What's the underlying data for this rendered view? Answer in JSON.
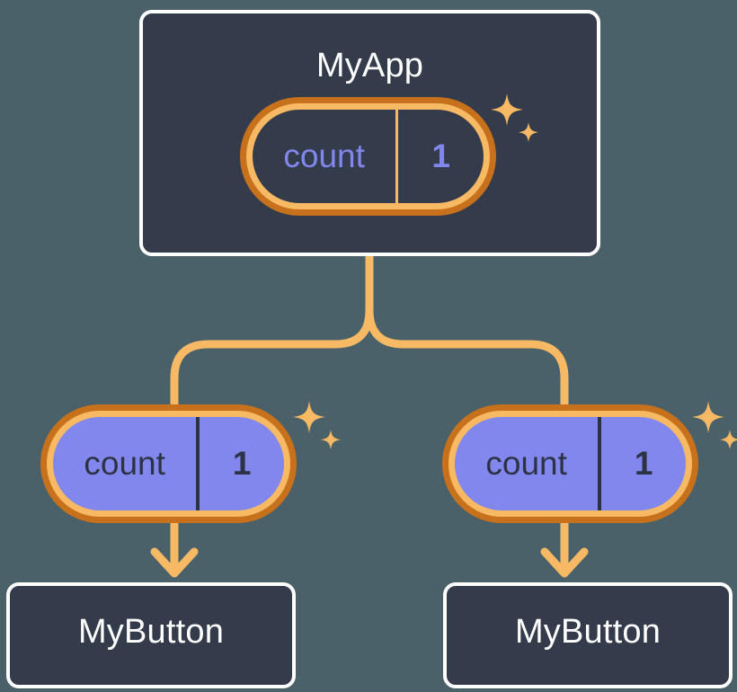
{
  "theme": {
    "background": "#4a6169",
    "box_fill": "#343b4a",
    "box_border": "#ffffff",
    "ring_outer": "#c8711c",
    "ring_inner": "#f7b963",
    "state_purple": "#8287ee",
    "wire": "#f7b963",
    "title_text": "#ffffff",
    "dark_text": "#2d3344"
  },
  "diagram": {
    "type": "component-tree",
    "root": {
      "name": "root-component",
      "title": "MyApp",
      "state": {
        "key": "count",
        "value": "1",
        "style": "dark-core",
        "sparkle": "sparkle-icon"
      }
    },
    "children": [
      {
        "name": "child-left",
        "title": "MyButton",
        "state": {
          "key": "count",
          "value": "1",
          "style": "purple-core",
          "sparkle": "sparkle-icon"
        }
      },
      {
        "name": "child-right",
        "title": "MyButton",
        "state": {
          "key": "count",
          "value": "1",
          "style": "purple-core",
          "sparkle": "sparkle-icon"
        }
      }
    ],
    "connectors": [
      {
        "name": "root-to-split",
        "kind": "line"
      },
      {
        "name": "split-to-left",
        "kind": "elbow"
      },
      {
        "name": "split-to-right",
        "kind": "elbow"
      },
      {
        "name": "left-state-to-button",
        "kind": "arrow"
      },
      {
        "name": "right-state-to-button",
        "kind": "arrow"
      }
    ]
  }
}
